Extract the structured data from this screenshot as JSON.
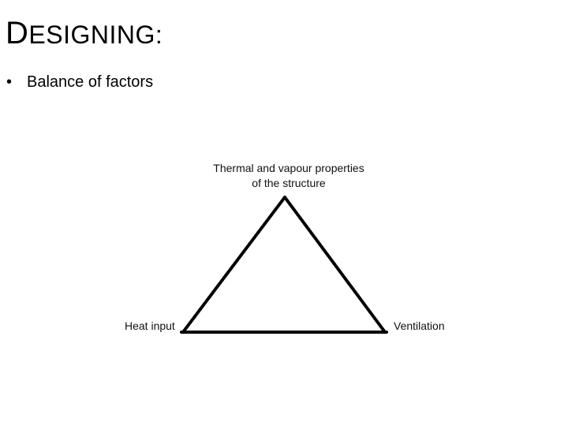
{
  "slide": {
    "title_first_letter": "D",
    "title_rest": "ESIGNING:",
    "bullets": [
      {
        "marker": "•",
        "text": "Balance of factors"
      }
    ]
  },
  "diagram": {
    "type": "triangle",
    "stroke_color": "#000000",
    "vertices": {
      "top": {
        "label_line1": "Thermal and vapour properties",
        "label_line2": "of the structure"
      },
      "left": {
        "label": "Heat input"
      },
      "right": {
        "label": "Ventilation"
      }
    }
  }
}
